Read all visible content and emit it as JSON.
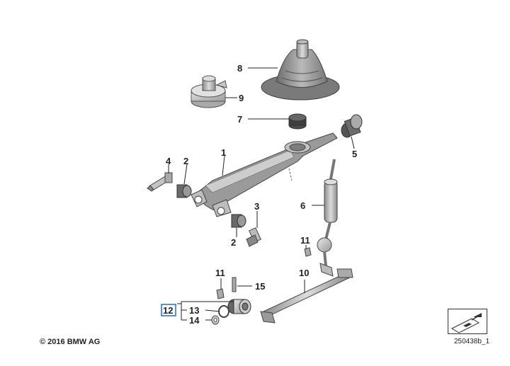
{
  "callouts": [
    {
      "id": "c1",
      "label": "1"
    },
    {
      "id": "c2a",
      "label": "2"
    },
    {
      "id": "c2b",
      "label": "2"
    },
    {
      "id": "c3",
      "label": "3"
    },
    {
      "id": "c4",
      "label": "4"
    },
    {
      "id": "c5",
      "label": "5"
    },
    {
      "id": "c6",
      "label": "6"
    },
    {
      "id": "c7",
      "label": "7"
    },
    {
      "id": "c8",
      "label": "8"
    },
    {
      "id": "c9",
      "label": "9"
    },
    {
      "id": "c10",
      "label": "10"
    },
    {
      "id": "c11a",
      "label": "11"
    },
    {
      "id": "c11b",
      "label": "11"
    },
    {
      "id": "c12",
      "label": "12"
    },
    {
      "id": "c13",
      "label": "13"
    },
    {
      "id": "c14",
      "label": "14"
    },
    {
      "id": "c15",
      "label": "15"
    }
  ],
  "footer": {
    "copyright": "© 2016 BMW AG",
    "diagram_id": "250438b_1"
  },
  "colors": {
    "part_light": "#d6d6d6",
    "part_mid": "#a8a8a8",
    "part_dark": "#6e6e6e",
    "highlight_box": "#1f6fd1",
    "leader_line": "#222222"
  }
}
